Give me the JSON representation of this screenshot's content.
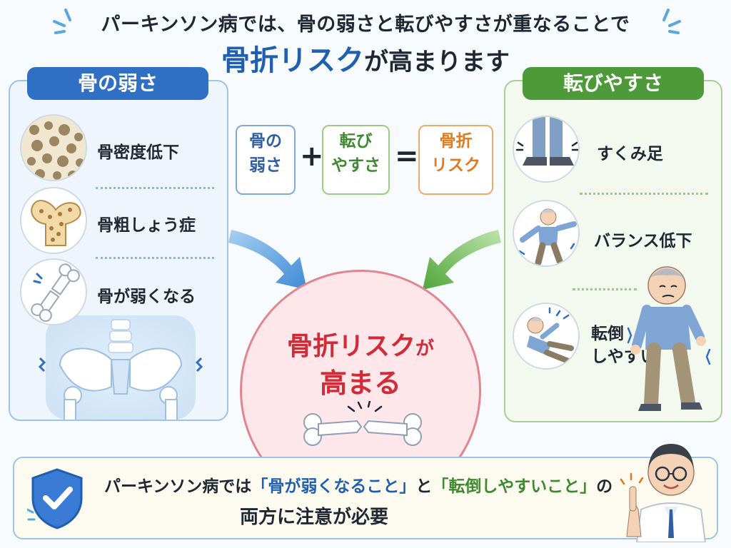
{
  "title": {
    "line1": "パーキンソン病では、骨の弱さと転びやすさが重なることで",
    "line2_highlight": "骨折リスク",
    "line2_rest": "が高まります"
  },
  "left_panel": {
    "heading": "骨の弱さ",
    "items": [
      {
        "label": "骨密度低下",
        "icon": "bone-density-icon"
      },
      {
        "label": "骨粗しょう症",
        "icon": "osteoporosis-icon"
      },
      {
        "label": "骨が弱くなる",
        "icon": "broken-bone-icon"
      }
    ]
  },
  "right_panel": {
    "heading": "転びやすさ",
    "items": [
      {
        "label": "すくみ足",
        "icon": "frozen-feet-icon"
      },
      {
        "label": "バランス低下",
        "icon": "balance-loss-icon"
      },
      {
        "label_line1": "転倒",
        "label_line2": "しやすい",
        "icon": "fall-icon"
      }
    ]
  },
  "equation": {
    "term1_line1": "骨の",
    "term1_line2": "弱さ",
    "plus": "+",
    "term2_line1": "転び",
    "term2_line2": "やすさ",
    "equals": "=",
    "result_line1": "骨折",
    "result_line2": "リスク"
  },
  "center": {
    "line1_main": "骨折リスク",
    "line1_small": "が",
    "line2": "高まる"
  },
  "banner": {
    "pre": "パーキンソン病では",
    "quote1": "「骨が弱くなること」",
    "mid": "と",
    "quote2": "「転倒しやすいこと」",
    "post": "の",
    "line2": "両方に注意が必要"
  },
  "colors": {
    "blue_accent": "#2f6fc4",
    "green_accent": "#4e9a3b",
    "orange_accent": "#e07a1f",
    "red_accent": "#d02b36"
  }
}
